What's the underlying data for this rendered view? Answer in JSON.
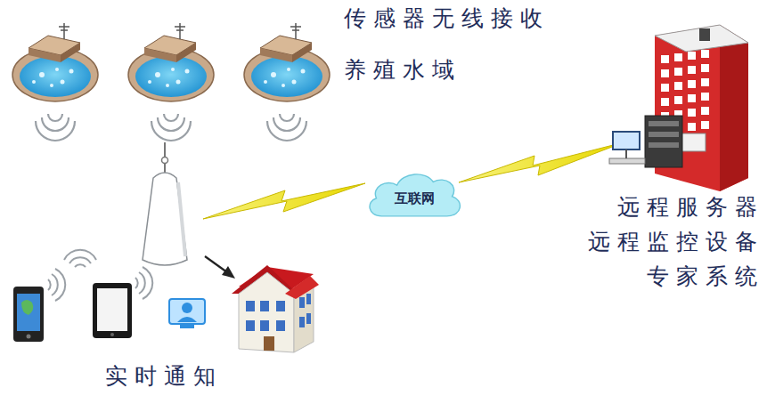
{
  "diagram": {
    "nodes": [
      {
        "text": [
          "互联网"
        ]
      }
    ],
    "labels": [
      "传感器无线接收",
      "养殖水域",
      "远程服务器",
      "远程监控设备",
      "专家系统",
      "实时通知"
    ]
  }
}
